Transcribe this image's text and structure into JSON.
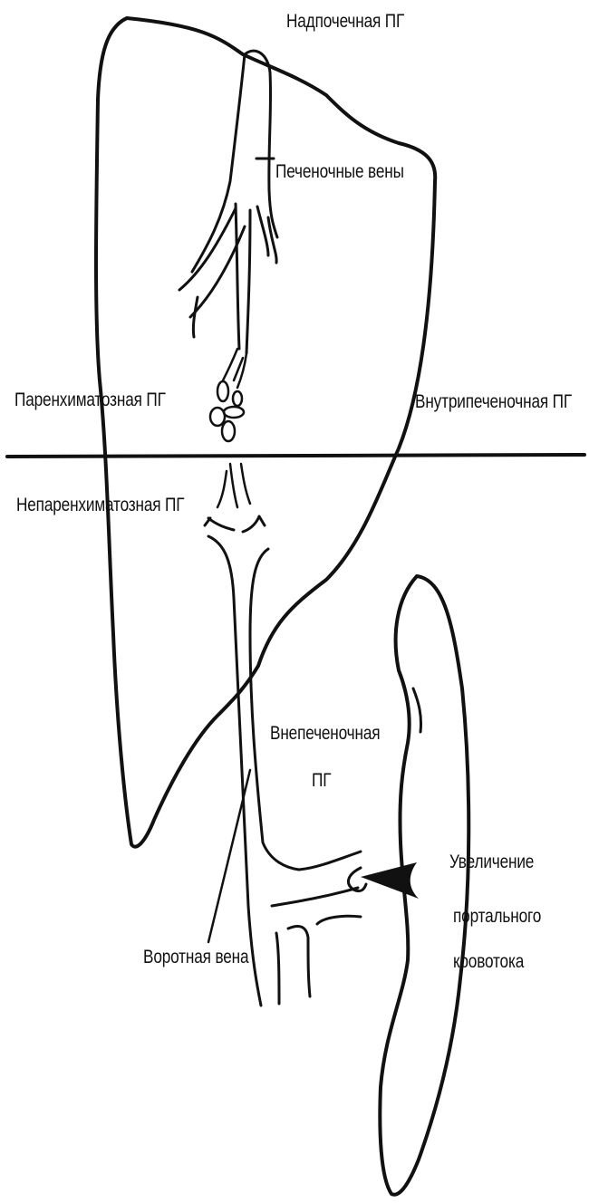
{
  "labels": {
    "suprahepatic": "Надпочечная ПГ",
    "hepatic_veins": "Печеночные вены",
    "parenchymal": "Паренхиматозная ПГ",
    "intrahepatic": "Внутрипеченочная ПГ",
    "nonparenchymal": "Непаренхиматозная ПГ",
    "extrahepatic_line1": "Внепеченочная",
    "extrahepatic_line2": "ПГ",
    "portal_vein": "Воротная вена",
    "flow_line1": "Увеличение",
    "flow_line2": "портального",
    "flow_line3": "кровотока"
  },
  "colors": {
    "ink": "#111111",
    "background": "#ffffff"
  }
}
